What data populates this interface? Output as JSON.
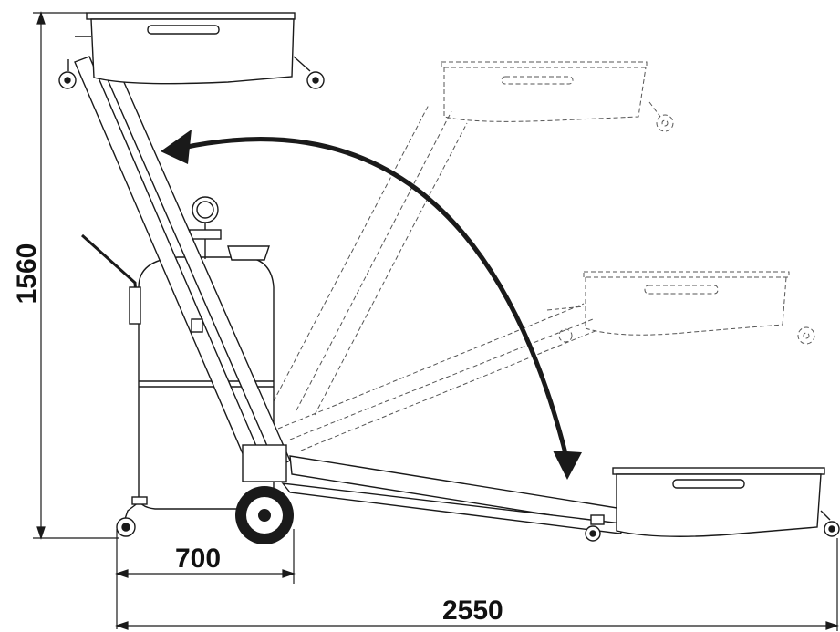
{
  "dimensions": {
    "height": "1560",
    "base_width": "700",
    "total_length": "2550"
  },
  "colors": {
    "line": "#1a1a1a",
    "ghost_line": "#555555",
    "background": "#ffffff"
  }
}
